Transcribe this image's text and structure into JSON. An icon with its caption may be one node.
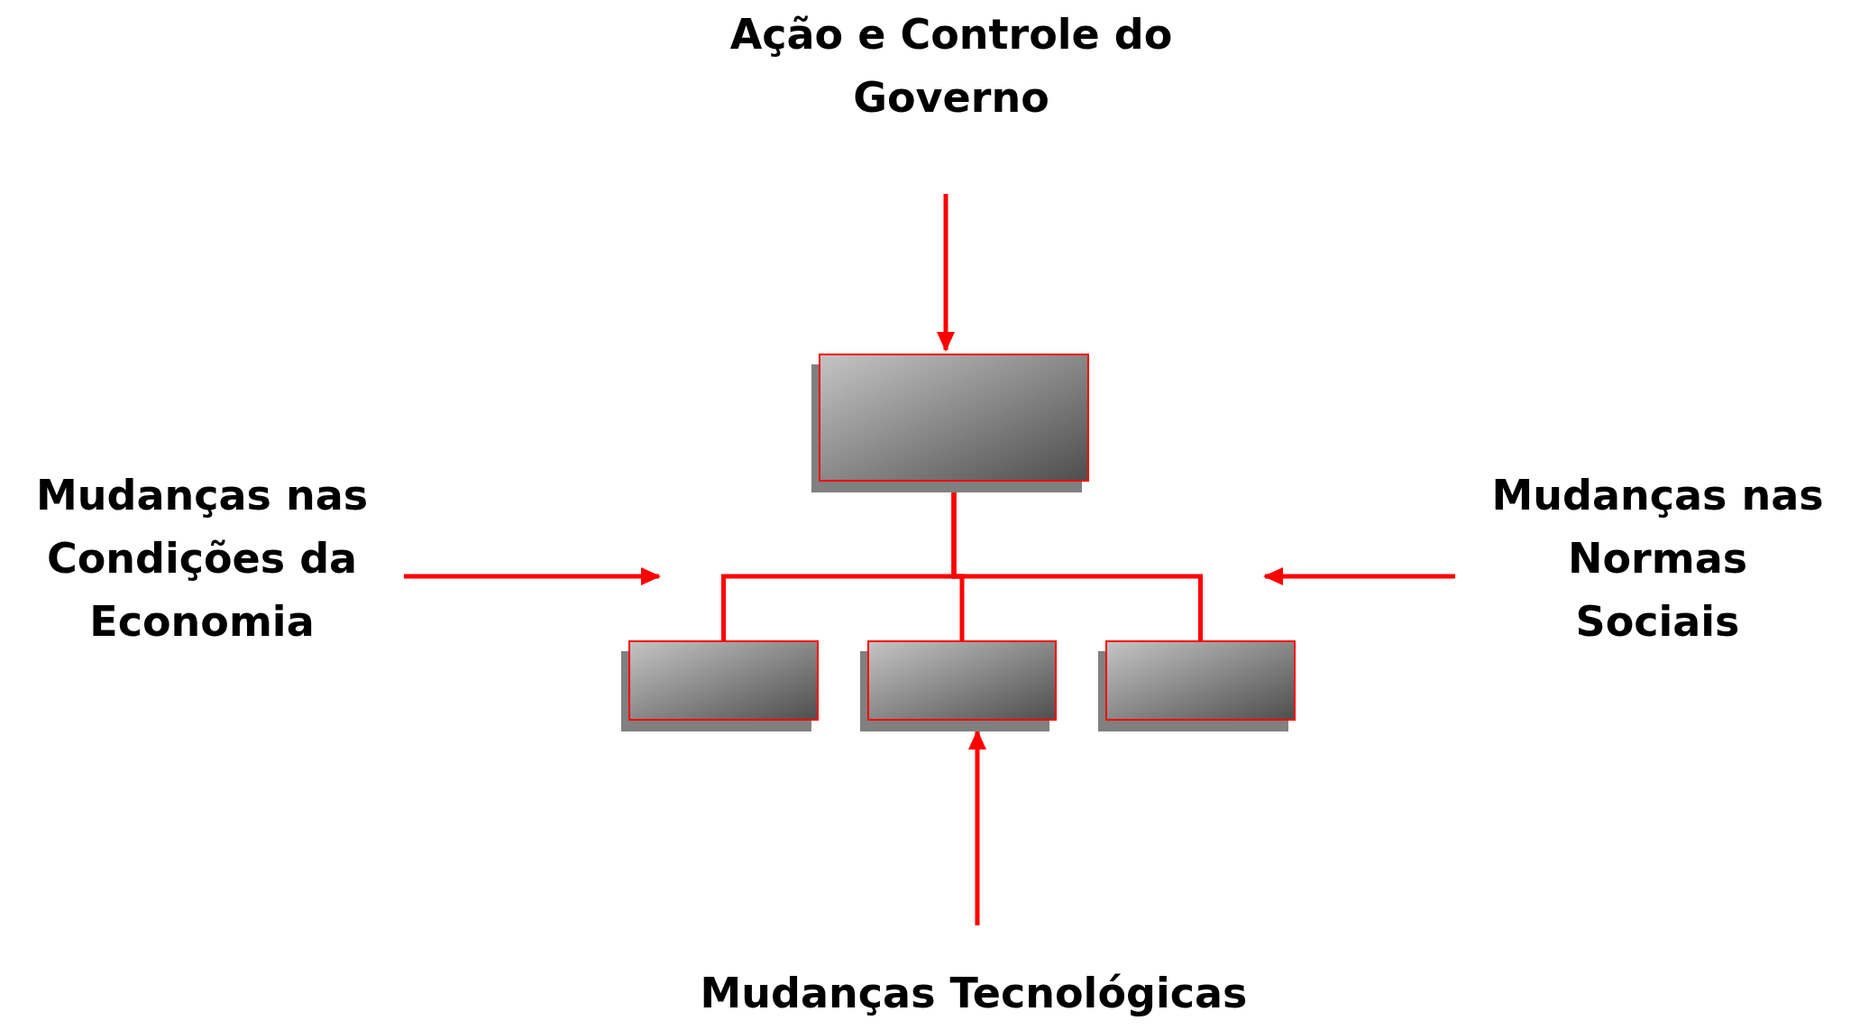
{
  "diagram": {
    "nodes": [
      {
        "text": [
          "Ação e Controle do Governo"
        ]
      },
      {
        "text": [
          "Mudanças nas Condições da Economia"
        ]
      },
      {
        "text": [],
        "shape": "box"
      },
      {
        "text": [
          "Mudanças nas Normas Sociais"
        ]
      },
      {
        "text": [],
        "shape": "box"
      },
      {
        "text": [],
        "shape": "box"
      },
      {
        "text": [],
        "shape": "box"
      },
      {
        "text": [
          "Mudanças Tecnológicas"
        ]
      }
    ],
    "edges": [
      {
        "from": 0,
        "to": 2,
        "arrow": "to"
      },
      {
        "from": 1,
        "to": null,
        "arrow": "to"
      },
      {
        "from": 3,
        "to": null,
        "arrow": "to"
      },
      {
        "from": 7,
        "to": 5,
        "arrow": "to"
      },
      {
        "from": 2,
        "to": 4,
        "arrow": "none"
      },
      {
        "from": 2,
        "to": 5,
        "arrow": "none"
      },
      {
        "from": 2,
        "to": 6,
        "arrow": "none"
      }
    ]
  }
}
